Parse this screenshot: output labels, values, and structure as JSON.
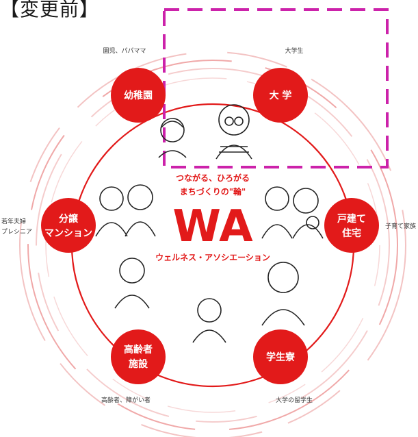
{
  "header": {
    "title": "【変更前】"
  },
  "center": {
    "line1": "つながる、ひろがる",
    "line2": "まちづくりの\"輪\"",
    "logo": "WA",
    "subtitle": "ウェルネス・アソシエーション"
  },
  "nodes": [
    {
      "label_lines": [
        "幼稚園"
      ],
      "caption": "園児、パパママ"
    },
    {
      "label_lines": [
        "大 学"
      ],
      "caption": "大学生"
    },
    {
      "label_lines": [
        "戸建て",
        "住宅"
      ],
      "caption": "子育て家族"
    },
    {
      "label_lines": [
        "学生寮"
      ],
      "caption": "大学の留学生"
    },
    {
      "label_lines": [
        "高齢者",
        "施設"
      ],
      "caption": "高齢者、障がい者"
    },
    {
      "label_lines": [
        "分譲",
        "マンション"
      ],
      "caption": "若年夫婦\nプレシニア"
    }
  ],
  "colors": {
    "accent": "#e21a1a",
    "highlight_box": "#cc22aa"
  },
  "icons": [
    "child-icon",
    "student-icon",
    "family-icon",
    "elderly-icon",
    "couple-icon"
  ]
}
